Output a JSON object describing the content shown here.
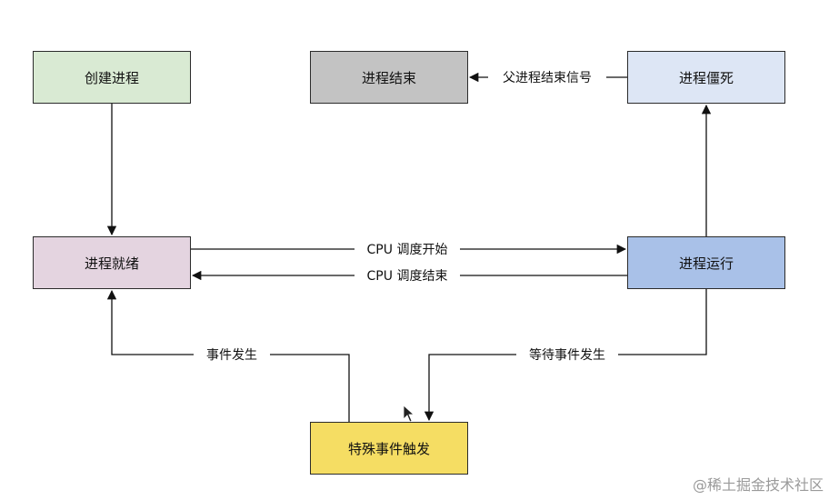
{
  "nodes": {
    "create": "创建进程",
    "end": "进程结束",
    "zombie": "进程僵死",
    "ready": "进程就绪",
    "running": "进程运行",
    "trigger": "特殊事件触发"
  },
  "edges": {
    "parent_end_signal": "父进程结束信号",
    "cpu_start": "CPU 调度开始",
    "cpu_end": "CPU 调度结束",
    "event_occur": "事件发生",
    "wait_event": "等待事件发生"
  },
  "watermark": "@稀土掘金技术社区",
  "colors": {
    "create": "#d9ead3",
    "end": "#c3c3c3",
    "zombie": "#dde6f5",
    "ready": "#e4d4e0",
    "running": "#a9c1e8",
    "trigger": "#f5dd63"
  }
}
